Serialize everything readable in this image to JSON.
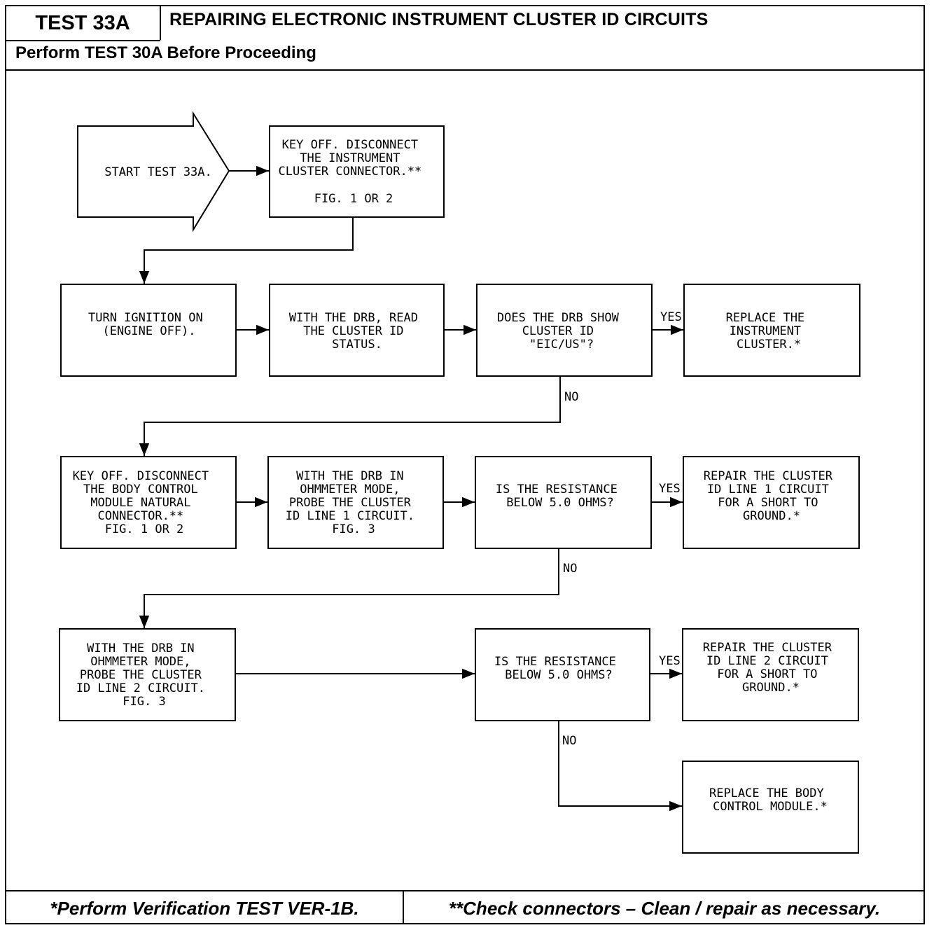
{
  "header": {
    "test_id": "TEST 33A",
    "title": "REPAIRING ELECTRONIC INSTRUMENT CLUSTER ID CIRCUITS",
    "prerequisite": "Perform TEST 30A Before Proceeding"
  },
  "flowchart": {
    "start": "START TEST 33A.",
    "step_key_off_cluster": [
      "KEY OFF. DISCONNECT",
      "THE INSTRUMENT",
      "CLUSTER CONNECTOR.**",
      "",
      "FIG. 1 OR 2"
    ],
    "step_ignition_on": [
      "TURN IGNITION ON",
      "(ENGINE OFF)."
    ],
    "step_read_status": [
      "WITH THE DRB, READ",
      "THE CLUSTER ID",
      "STATUS."
    ],
    "question_eic_us": [
      "DOES THE DRB SHOW",
      "CLUSTER ID",
      "\"EIC/US\"?"
    ],
    "action_replace_cluster": [
      "REPLACE THE",
      "INSTRUMENT",
      "CLUSTER.*"
    ],
    "step_key_off_bcm": [
      "KEY OFF. DISCONNECT",
      "THE BODY CONTROL",
      "MODULE NATURAL",
      "CONNECTOR.**",
      "FIG. 1 OR 2"
    ],
    "step_probe_line1": [
      "WITH THE DRB IN",
      "OHMMETER MODE,",
      "PROBE THE CLUSTER",
      "ID LINE 1 CIRCUIT.",
      "FIG. 3"
    ],
    "question_resistance_1": [
      "IS THE RESISTANCE",
      "BELOW 5.0 OHMS?"
    ],
    "action_repair_line1": [
      "REPAIR THE CLUSTER",
      "ID LINE 1 CIRCUIT",
      "FOR A SHORT TO",
      "GROUND.*"
    ],
    "step_probe_line2": [
      "WITH THE DRB IN",
      "OHMMETER MODE,",
      "PROBE THE CLUSTER",
      "ID LINE 2 CIRCUIT.",
      "FIG. 3"
    ],
    "question_resistance_2": [
      "IS THE RESISTANCE",
      "BELOW 5.0 OHMS?"
    ],
    "action_repair_line2": [
      "REPAIR THE CLUSTER",
      "ID LINE 2 CIRCUIT",
      "FOR A SHORT TO",
      "GROUND.*"
    ],
    "action_replace_bcm": [
      "REPLACE THE BODY",
      "CONTROL MODULE.*"
    ],
    "label_yes": "YES",
    "label_no": "NO"
  },
  "footer": {
    "note_verification": "*Perform Verification TEST VER-1B.",
    "note_connectors": "**Check connectors – Clean / repair as necessary."
  }
}
